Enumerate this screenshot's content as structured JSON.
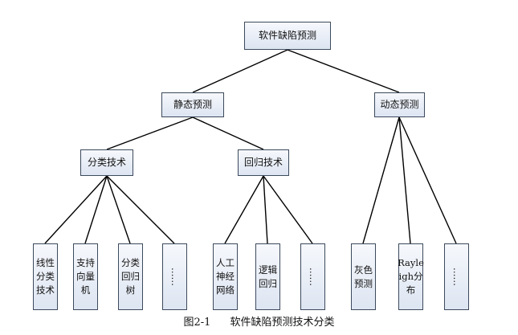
{
  "root": "软件缺陷预测",
  "l1": {
    "static": "静态预测",
    "dynamic": "动态预测"
  },
  "l2": {
    "classification": "分类技术",
    "regression": "回归技术"
  },
  "leaves": {
    "linear_classification": "线性\n分类\n技术",
    "svm": "支持\n向量\n机",
    "classification_tree": "分类\n回归\n树",
    "class_more": "……",
    "ann": "人工\n神经\n网络",
    "logistic": "逻辑\n回归",
    "reg_more": "……",
    "grey": "灰色\n预测",
    "rayleigh": "Rayle\nigh分\n布",
    "dyn_more": "……"
  },
  "caption": {
    "label": "图2-1",
    "title": "软件缺陷预测技术分类"
  }
}
